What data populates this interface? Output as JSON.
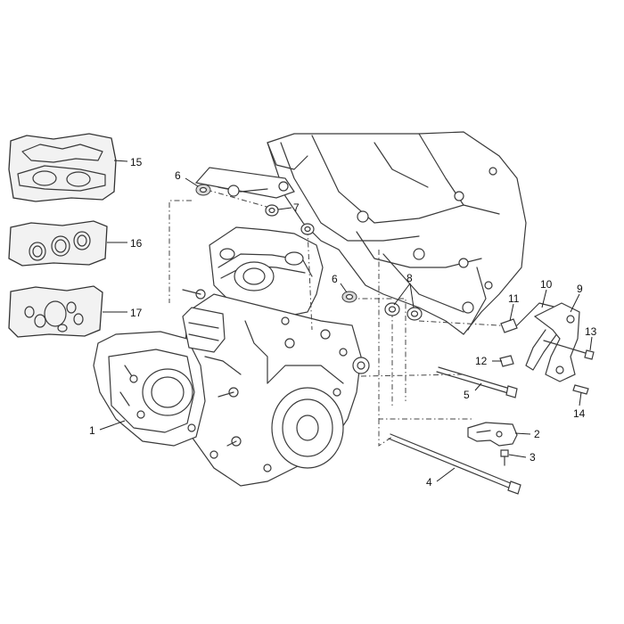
{
  "callouts": [
    {
      "label": "1"
    },
    {
      "label": "2"
    },
    {
      "label": "3"
    },
    {
      "label": "4"
    },
    {
      "label": "5"
    },
    {
      "label": "6"
    },
    {
      "label": "6"
    },
    {
      "label": "7"
    },
    {
      "label": "8"
    },
    {
      "label": "9"
    },
    {
      "label": "10"
    },
    {
      "label": "11"
    },
    {
      "label": "12"
    },
    {
      "label": "13"
    },
    {
      "label": "14"
    },
    {
      "label": "15"
    },
    {
      "label": "16"
    },
    {
      "label": "17"
    }
  ]
}
